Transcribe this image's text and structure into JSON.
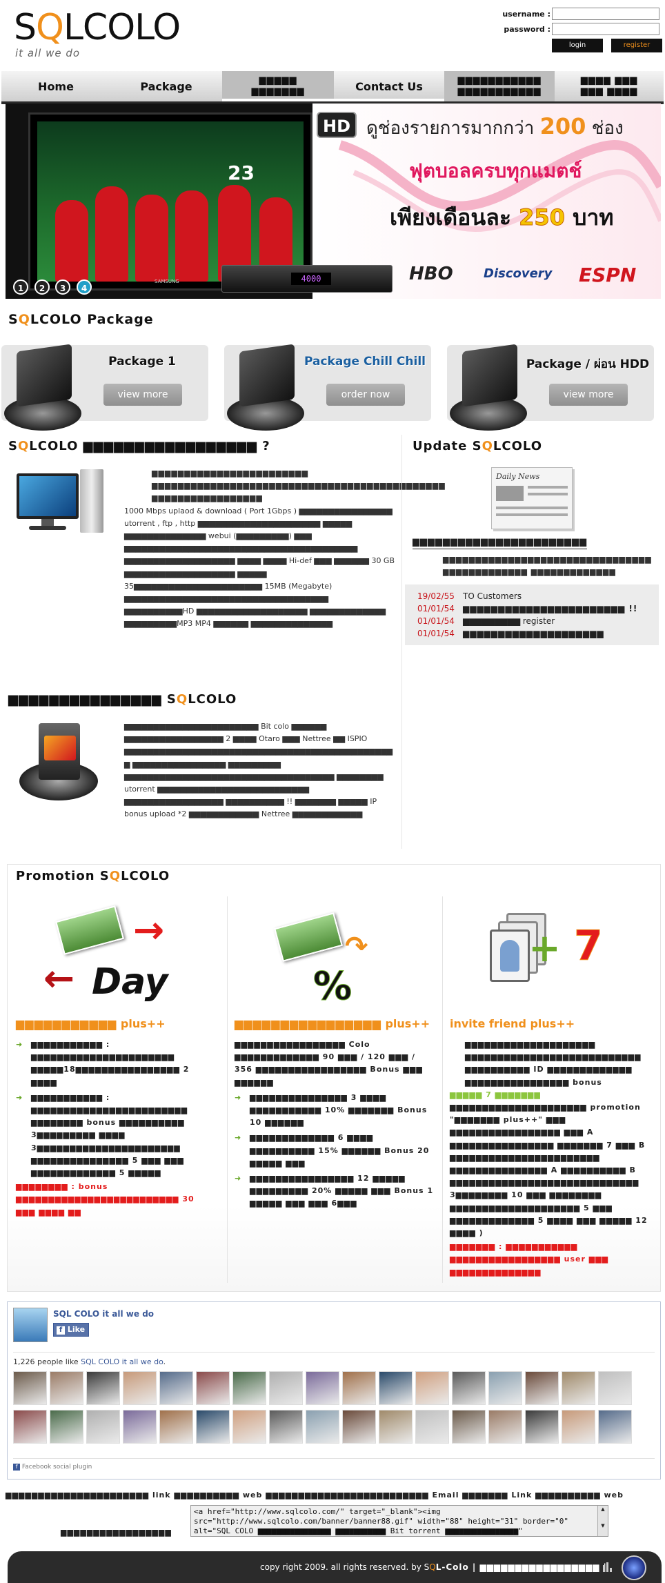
{
  "header": {
    "logo_prefix": "S",
    "logo_q": "Q",
    "logo_suffix": "LCOLO",
    "slogan": "it all we do",
    "username_label": "username :",
    "password_label": "password :",
    "login_button": "login",
    "register_button": "register"
  },
  "nav": {
    "items": [
      "Home",
      "Package",
      "▆▆▆▆▆ ▆▆▆▆▆▆▆",
      "Contact Us",
      "▆▆▆▆▆▆▆▆▆▆▆ ▆▆▆▆▆▆▆▆▆▆▆",
      "▆▆▆▆ ▆▆▆ ▆▆▆ ▆▆▆▆"
    ]
  },
  "banner": {
    "hd_badge": "HD",
    "line1_prefix": "ดูช่องรายการมากกว่า",
    "line1_number": "200",
    "line1_suffix": "ช่อง",
    "line2": "ฟุตบอลครบทุกแมตช์",
    "line3_prefix": "เพียงเดือนละ",
    "line3_number": "250",
    "line3_suffix": "บาท",
    "decoder_display": "4000",
    "tv_brand": "SAMSUNG",
    "channel_logos": [
      "HBO",
      "Discovery",
      "ESPN"
    ],
    "slides": [
      "1",
      "2",
      "3",
      "4"
    ],
    "active_slide": "4"
  },
  "package_section": {
    "title_prefix": "S",
    "title_q": "Q",
    "title_suffix": "LCOLO Package",
    "packages": [
      {
        "title": "Package 1",
        "button": "view more"
      },
      {
        "title": "Package Chill Chill",
        "button": "order now"
      },
      {
        "title": "Package / ผ่อน HDD",
        "button": "view more"
      }
    ]
  },
  "about": {
    "heading_prefix": "S",
    "heading_q": "Q",
    "heading_suffix": "LCOLO ▆▆▆▆▆▆▆▆▆▆▆▆▆▆▆▆▆ ?",
    "p1": [
      "▆▆▆▆▆▆▆▆▆▆▆▆▆▆▆▆▆▆▆▆▆▆▆▆ ▆▆▆▆▆▆▆▆▆▆▆▆▆▆▆▆▆▆▆▆▆▆▆▆▆▆▆▆▆▆▆▆▆▆▆▆▆▆▆▆▆▆▆▆▆ ▆▆▆▆▆▆▆▆▆▆▆▆▆▆▆▆▆",
      "1000 Mbps uplaod & download ( Port 1Gbps ) ▆▆▆▆▆▆▆▆▆▆▆▆▆▆▆▆ utorrent , ftp , http ▆▆▆▆▆▆▆▆▆▆▆▆▆▆▆▆▆▆▆▆▆ ▆▆▆▆▆ ▆▆▆▆▆▆▆▆▆▆▆▆▆▆ webui (▆▆▆▆▆▆▆▆▆) ▆▆▆ ▆▆▆▆▆▆▆▆▆▆▆▆▆▆▆▆▆▆▆▆▆▆▆▆▆▆▆▆▆▆▆▆▆▆▆▆▆▆▆▆ ▆▆▆▆▆▆▆▆▆▆▆▆▆▆▆▆▆▆▆ ▆▆▆▆ ▆▆▆▆ Hi-def ▆▆▆ ▆▆▆▆▆▆ 30 GB ▆▆▆▆▆▆▆▆▆▆▆▆▆▆▆▆▆▆▆ ▆▆▆▆▆ 35▆▆▆▆▆▆▆▆▆▆▆▆▆▆▆▆▆▆▆▆▆▆ 15MB (Megabyte) ▆▆▆▆▆▆▆▆▆▆▆▆▆▆▆▆▆▆▆▆▆▆▆▆▆▆▆▆▆▆▆▆▆▆▆ ▆▆▆▆▆▆▆▆▆▆HD ▆▆▆▆▆▆▆▆▆▆▆▆▆▆▆▆▆▆▆ ▆▆▆▆▆▆▆▆▆▆▆▆▆ ▆▆▆▆▆▆▆▆▆MP3 MP4 ▆▆▆▆▆▆ ▆▆▆▆▆▆▆▆▆▆▆▆▆▆"
    ],
    "heading2_prefix": "▆▆▆▆▆▆▆▆▆▆▆▆▆▆▆ S",
    "heading2_q": "Q",
    "heading2_suffix": "LCOLO",
    "p2": "▆▆▆▆▆▆▆▆▆▆▆▆▆▆▆▆▆▆▆▆▆▆▆ Bit colo ▆▆▆▆▆▆ ▆▆▆▆▆▆▆▆▆▆▆▆▆▆▆▆▆ 2 ▆▆▆▆ Otaro ▆▆▆ Nettree ▆▆ ISPIO ▆▆▆▆▆▆▆▆▆▆▆▆▆▆▆▆▆▆▆▆▆▆▆▆▆▆▆▆▆▆▆▆▆▆▆▆▆▆▆▆▆▆▆▆▆▆▆ ▆▆▆▆▆▆▆▆▆▆▆▆▆▆▆▆ ▆▆▆▆▆▆▆▆▆ ▆▆▆▆▆▆▆▆▆▆▆▆▆▆▆▆▆▆▆▆▆▆▆▆▆▆▆▆▆▆▆▆▆▆▆▆ ▆▆▆▆▆▆▆▆ utorrent ▆▆▆▆▆▆▆▆▆▆▆▆▆▆▆▆▆▆▆▆▆▆▆▆▆▆ ▆▆▆▆▆▆▆▆▆▆▆▆▆▆▆▆▆ ▆▆▆▆▆▆▆▆▆▆ !! ▆▆▆▆▆▆▆ ▆▆▆▆▆ IP bonus upload *2 ▆▆▆▆▆▆▆▆▆▆▆▆ Nettree ▆▆▆▆▆▆▆▆▆▆▆▆"
  },
  "update": {
    "heading_prefix": "Update S",
    "heading_q": "Q",
    "heading_suffix": "LCOLO",
    "news_label": "Daily News",
    "subheading": "▆▆▆▆▆▆▆▆▆▆▆▆▆▆▆▆▆▆▆▆▆▆▆",
    "text": "▆▆▆▆▆▆▆▆▆▆▆▆▆▆▆▆▆▆▆▆▆▆▆▆▆▆▆▆▆▆▆▆▆▆▆▆▆▆▆▆▆▆▆▆▆ ▆▆▆▆▆▆▆▆▆▆▆▆▆",
    "items": [
      {
        "date": "19/02/55",
        "text": "TO Customers"
      },
      {
        "date": "01/01/54",
        "text": "▆▆▆▆▆▆▆▆▆▆▆▆▆▆▆▆▆▆▆▆▆▆▆ !!"
      },
      {
        "date": "01/01/54",
        "text": "▆▆▆▆▆▆▆▆▆ register"
      },
      {
        "date": "01/01/54",
        "text": "▆▆▆▆▆▆▆▆▆▆▆▆▆▆▆▆▆▆▆▆"
      }
    ]
  },
  "promotion": {
    "heading_prefix": "Promotion S",
    "heading_q": "Q",
    "heading_suffix": "LCOLO",
    "columns": [
      {
        "icon_label": "Day",
        "head_tofu": "▆▆▆▆▆▆▆▆▆▆▆",
        "head_suffix": " plus++",
        "bullets": [
          "▆▆▆▆▆▆▆▆▆▆▆ : ▆▆▆▆▆▆▆▆▆▆▆▆▆▆▆▆▆▆▆▆▆▆ ▆▆▆▆▆18▆▆▆▆▆▆▆▆▆▆▆▆▆▆▆▆ 2 ▆▆▆▆",
          "▆▆▆▆▆▆▆▆▆▆▆ : ▆▆▆▆▆▆▆▆▆▆▆▆▆▆▆▆▆▆▆▆▆▆▆▆ ▆▆▆▆▆▆▆▆ bonus ▆▆▆▆▆▆▆▆▆▆ 3▆▆▆▆▆▆▆▆▆ ▆▆▆▆ 3▆▆▆▆▆▆▆▆▆▆▆▆▆▆▆▆▆▆▆▆▆▆ ▆▆▆▆▆▆▆▆▆▆▆▆▆▆▆ 5 ▆▆▆ ▆▆▆ ▆▆▆▆▆▆▆▆▆▆▆▆▆ 5 ▆▆▆▆▆"
        ],
        "red_note": "▆▆▆▆▆▆▆▆ : bonus ▆▆▆▆▆▆▆▆▆▆▆▆▆▆▆▆▆▆▆▆▆▆▆▆▆ 30 ▆▆▆ ▆▆▆▆ ▆▆"
      },
      {
        "icon_label": "%",
        "head_tofu": "▆▆▆▆▆▆▆▆▆▆▆▆▆▆▆▆",
        "head_suffix": " plus++",
        "intro": "▆▆▆▆▆▆▆▆▆▆▆▆▆▆▆▆▆ Colo ▆▆▆▆▆▆▆▆▆▆▆▆▆ 90 ▆▆▆ / 120 ▆▆▆ / 356 ▆▆▆▆▆▆▆▆▆▆▆▆▆▆▆▆▆ Bonus ▆▆▆ ▆▆▆▆▆▆",
        "bullets": [
          "▆▆▆▆▆▆▆▆▆▆▆▆▆▆▆ 3 ▆▆▆▆ ▆▆▆▆▆▆▆▆▆▆▆ 10% ▆▆▆▆▆▆▆ Bonus 10 ▆▆▆▆▆▆",
          "▆▆▆▆▆▆▆▆▆▆▆▆▆ 6 ▆▆▆▆ ▆▆▆▆▆▆▆▆▆▆ 15% ▆▆▆▆▆▆ Bonus 20 ▆▆▆▆▆ ▆▆▆",
          "▆▆▆▆▆▆▆▆▆▆▆▆▆▆▆▆ 12 ▆▆▆▆▆ ▆▆▆▆▆▆▆▆▆ 20% ▆▆▆▆▆ ▆▆▆ Bonus 1 ▆▆▆▆▆ ▆▆▆ ▆▆▆ 6▆▆▆"
        ]
      },
      {
        "icon_label": "7",
        "head": "invite friend plus++",
        "text": "▆▆▆▆▆▆▆▆▆▆▆▆▆▆▆▆▆▆▆▆ ▆▆▆▆▆▆▆▆▆▆▆▆▆▆▆▆▆▆▆▆▆▆▆▆▆▆▆ ▆▆▆▆▆▆▆▆▆▆ ID ▆▆▆▆▆▆▆▆▆▆▆▆▆ ▆▆▆▆▆▆▆▆▆▆▆▆▆▆▆▆ bonus",
        "green": "▆▆▆▆▆ 7 ▆▆▆▆▆▆▆",
        "text2": "▆▆▆▆▆▆▆▆▆▆▆▆▆▆▆▆▆▆▆▆▆ promotion \"▆▆▆▆▆▆▆ plus++\" ▆▆▆ ▆▆▆▆▆▆▆▆▆▆▆▆▆▆▆▆▆ ▆▆▆ A ▆▆▆▆▆▆▆▆▆▆▆▆▆▆▆▆ ▆▆▆▆▆▆▆ 7 ▆▆▆ B ▆▆▆▆▆▆▆▆▆▆▆▆▆▆▆▆▆▆▆▆▆▆▆ ▆▆▆▆▆▆▆▆▆▆▆▆▆▆▆ A ▆▆▆▆▆▆▆▆▆▆ B ▆▆▆▆▆▆▆▆▆▆▆▆▆▆▆▆▆▆▆▆▆▆▆▆▆▆▆▆▆ 3▆▆▆▆▆▆▆▆ 10 ▆▆▆ ▆▆▆▆▆▆▆▆ ▆▆▆▆▆▆▆▆▆▆▆▆▆▆▆▆▆▆▆▆ 5 ▆▆▆ ▆▆▆▆▆▆▆▆▆▆▆▆▆ 5 ▆▆▆▆ ▆▆▆ ▆▆▆▆▆ 12 ▆▆▆▆ )",
        "red_note": "▆▆▆▆▆▆▆ : ▆▆▆▆▆▆▆▆▆▆▆ ▆▆▆▆▆▆▆▆▆▆▆▆▆▆▆▆▆ user ▆▆▆ ▆▆▆▆▆▆▆▆▆▆▆▆▆▆"
      }
    ]
  },
  "facebook": {
    "page_name": "SQL COLO it all we do",
    "like_button": "Like",
    "count_text": "1,226 people like ",
    "count_link": "SQL COLO it all we do",
    "count_period": ".",
    "plugin_label": "Facebook social plugin"
  },
  "footer": {
    "text1": "▆▆▆▆▆▆▆▆▆▆▆▆▆▆▆▆▆▆▆▆▆▆ link ▆▆▆▆▆▆▆▆▆▆ web ▆▆▆▆▆▆▆▆▆▆▆▆▆▆▆▆▆▆▆▆▆▆▆▆▆ Email ▆▆▆▆▆▆▆ Link ▆▆▆▆▆▆▆▆▆▆ web",
    "text2": "▆▆▆▆▆▆▆▆▆▆▆▆▆▆▆▆▆",
    "code": "<a href=\"http://www.sqlcolo.com/\" target=\"_blank\"><img src=\"http://www.sqlcolo.com/banner/banner88.gif\" width=\"88\" height=\"31\" border=\"0\" alt=\"SQL COLO ▆▆▆▆▆▆▆▆▆▆▆▆▆▆▆▆ ▆▆▆▆▆▆▆▆▆▆▆ Bit torrent ▆▆▆▆▆▆▆▆▆▆▆▆▆▆▆▆\"",
    "copyright_prefix": "copy right 2009. all rights reserved. by S",
    "copyright_q": "Q",
    "copyright_suffix": "L-Colo | ▆▆▆▆▆▆▆▆▆▆▆▆▆▆▆▆▆ |"
  },
  "colors": {
    "accent": "#f0901c",
    "red": "#e31c1c",
    "green": "#8cc63e",
    "dark": "#2b2b2b"
  }
}
